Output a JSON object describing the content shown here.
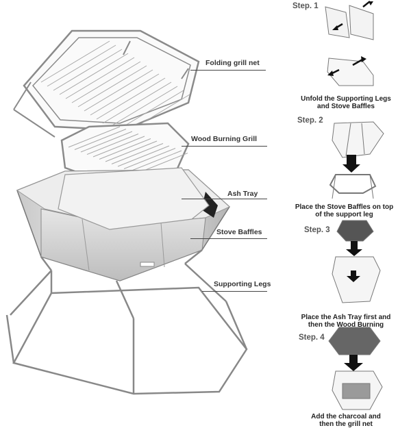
{
  "labels": {
    "folding_grill_net": "Folding grill net",
    "wood_burning_grill": "Wood Burning Grill",
    "ash_tray": "Ash Tray",
    "stove_baffles": "Stove Baffles",
    "supporting_legs": "Supporting Legs"
  },
  "steps": [
    {
      "title": "Step. 1",
      "caption": [
        "Unfold the Supporting Legs",
        "and Stove Baffles"
      ]
    },
    {
      "title": "Step. 2",
      "caption": [
        "Place the Stove Baffles on top",
        "of the support leg"
      ]
    },
    {
      "title": "Step. 3",
      "caption": [
        "Place the Ash Tray first and",
        "then the Wood Burning"
      ]
    },
    {
      "title": "Step. 4",
      "caption": [
        "Add the charcoal and",
        "then the grill net"
      ]
    }
  ]
}
